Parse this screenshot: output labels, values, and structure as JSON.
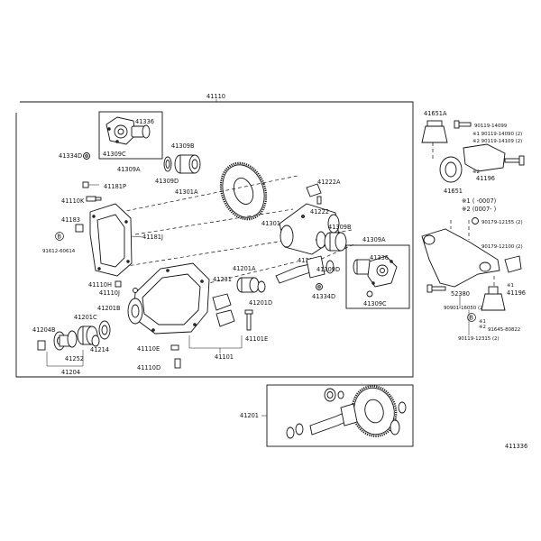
{
  "labels": {
    "l_41110": "41110",
    "l_41336_top": "41336",
    "l_41309C_top": "41309C",
    "l_41309A_top": "41309A",
    "l_41334D_top": "41334D",
    "l_41309B_top": "41309B",
    "l_41309D_top": "41309D",
    "l_41301A_top": "41301A",
    "l_41181P": "41181P",
    "l_41110K": "41110K",
    "l_41183": "41183",
    "l_B_left": "B",
    "l_91612": "91612-60614",
    "l_41181J": "41181J",
    "l_41222A": "41222A",
    "l_41222": "41222",
    "l_41301": "41301",
    "l_41301A_mid": "41301A",
    "l_41309B_mid": "41309B",
    "l_41309D_mid": "41309D",
    "l_41334D_mid": "41334D",
    "l_41309A_right": "41309A",
    "l_41336_right": "41336",
    "l_41309C_right": "41309C",
    "l_41110H": "41110H",
    "l_41110J": "41110J",
    "l_41201A": "41201A",
    "l_41231": "41231",
    "l_41201D": "41201D",
    "l_41201B": "41201B",
    "l_41204B": "41204B",
    "l_41201C": "41201C",
    "l_41214": "41214",
    "l_41252": "41252",
    "l_41204": "41204",
    "l_41101E": "41101E",
    "l_41110E": "41110E",
    "l_41101": "41101",
    "l_41110D": "41110D",
    "l_41651A": "41651A",
    "l_90119_14099": "90119-14099",
    "l_90119_14090": "※1 90119-14090 (2)",
    "l_90119_14109": "※2 90119-14109 (2)",
    "l_41196_top": "41196",
    "l_41651": "41651",
    "l_note1": "※1  (     -0007)",
    "l_note2": "※2  (0007-     )",
    "l_90179_12155": "90179-12155 (2)",
    "l_90179_12100": "90179-12100 (2)",
    "l_41196_mid": "41196",
    "l_52380": "52380",
    "l_90901": "90901-16050 (2)",
    "l_mark1": "※1",
    "l_B_right": "B",
    "l_mark2": "※2",
    "l_91645": "91645-80822",
    "l_90119_12315": "90119-12315 (2)",
    "l_41201": "41201",
    "l_411336": "411336"
  }
}
